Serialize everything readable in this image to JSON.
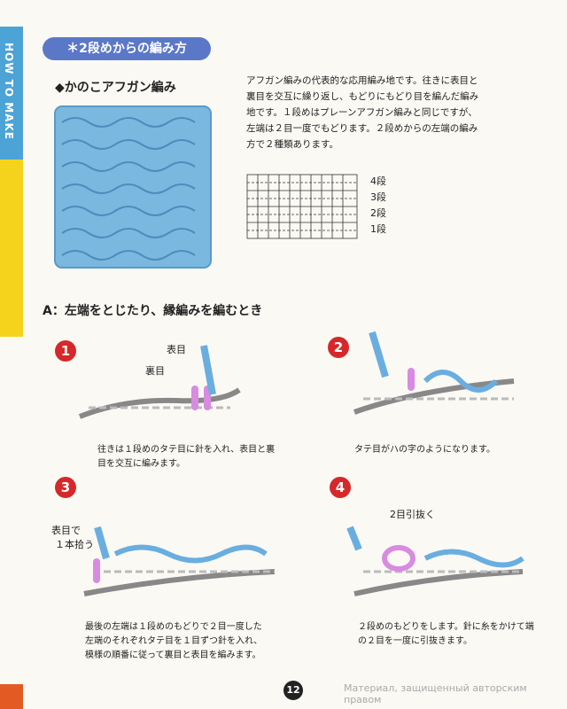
{
  "sidebar": {
    "text": "HOW TO MAKE"
  },
  "section_title": "＊2段めからの編み方",
  "subtitle": "◆かのこアフガン編み",
  "description": [
    "アフガン編みの代表的な応用編み地です。往きに表目と",
    "裏目を交互に繰り返し、もどりにもどり目を編んだ編み",
    "地です。１段めはプレーンアフガン編みと同じですが、",
    "左端は２目一度でもどります。２段めからの左端の編み",
    "方で２種類あります。"
  ],
  "chart_rows": [
    "4段",
    "3段",
    "2段",
    "1段"
  ],
  "section_a": "A：左端をとじたり、縁編みを編むとき",
  "steps": [
    {
      "num": "1",
      "labels": [
        "表目",
        "裏目"
      ],
      "caption": [
        "往きは１段めのタテ目に針を入れ、表目と裏",
        "目を交互に編みます。"
      ]
    },
    {
      "num": "2",
      "labels": [],
      "caption": [
        "タテ目がハの字のようになります。"
      ]
    },
    {
      "num": "3",
      "labels": [
        "表目で",
        "１本拾う"
      ],
      "caption": [
        "最後の左端は１段めのもどりで２目一度した",
        "左端のそれぞれタテ目を１目ずつ針を入れ、",
        "模様の順番に従って裏目と表目を編みます。"
      ]
    },
    {
      "num": "4",
      "labels": [
        "2目引抜く"
      ],
      "caption": [
        "２段めのもどりをします。針に糸をかけて端",
        "の２目を一度に引抜きます。"
      ]
    }
  ],
  "page_number": "12",
  "watermark": "Материал, защищенный авторским правом",
  "colors": {
    "accent": "#5b78c8",
    "swatch": "#7ab8e0",
    "sidebar_blue": "#4ca3d6",
    "sidebar_yellow": "#f5d31c",
    "step": "#d6282a"
  }
}
